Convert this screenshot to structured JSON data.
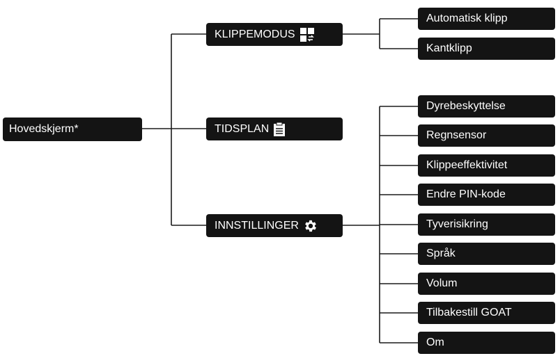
{
  "root": {
    "label": "Hovedskjerm*"
  },
  "branches": [
    {
      "label": "KLIPPEMODUS",
      "icon": "mode-grid-icon",
      "children": [
        "Automatisk klipp",
        "Kantklipp"
      ]
    },
    {
      "label": "TIDSPLAN",
      "icon": "clipboard-icon",
      "children": []
    },
    {
      "label": "INNSTILLINGER",
      "icon": "gear-icon",
      "children": [
        "Dyrebeskyttelse",
        "Regnsensor",
        "Klippeeffektivitet",
        "Endre PIN-kode",
        "Tyverisikring",
        "Språk",
        "Volum",
        "Tilbakestill GOAT",
        "Om"
      ]
    }
  ],
  "colors": {
    "node_bg": "#141414",
    "node_text": "#ffffff",
    "line": "#1a1a1a"
  }
}
